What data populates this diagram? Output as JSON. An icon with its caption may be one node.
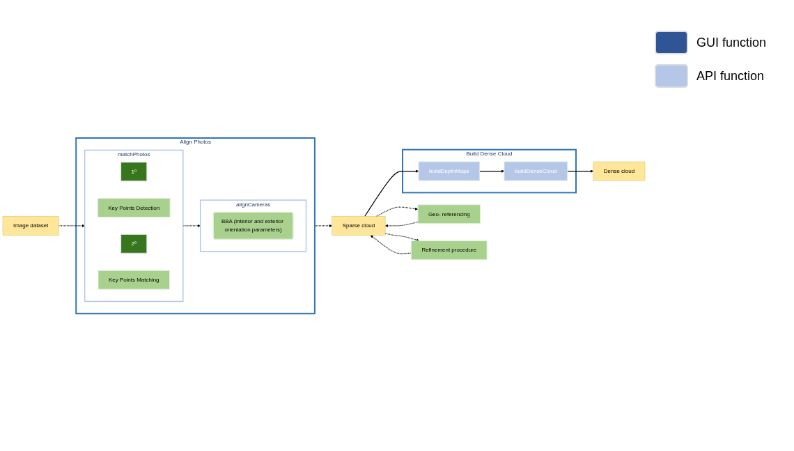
{
  "diagram": {
    "nodes": [
      {
        "text": [
          "Align Photos"
        ]
      },
      {
        "text": [
          "matchPhotos"
        ],
        "in": 0
      },
      {
        "text": [
          "1º"
        ],
        "in": 1
      },
      {
        "text": [
          "Key Points Detection"
        ],
        "in": 1
      },
      {
        "text": [
          "2º"
        ],
        "in": 1
      },
      {
        "text": [
          "Key Points Matching"
        ],
        "in": 1
      },
      {
        "text": [
          "alignCameras"
        ],
        "in": 0
      },
      {
        "text": [
          "BBA (interior and exterior orientation parameters)"
        ],
        "in": 6
      },
      {
        "text": [
          "Image dataset"
        ]
      },
      {
        "text": [
          "Sparse cloud"
        ]
      },
      {
        "text": [
          "Geo- referencing"
        ]
      },
      {
        "text": [
          "Refinement procedure"
        ]
      },
      {
        "text": [
          "Build Dense Cloud"
        ]
      },
      {
        "text": [
          "buildDepthMaps"
        ],
        "in": 12
      },
      {
        "text": [
          "buildDenseCloud"
        ],
        "in": 12
      },
      {
        "text": [
          "Dense cloud"
        ]
      }
    ],
    "edges": [
      {
        "from": 8,
        "to": 1,
        "arrow": "to",
        "style": "dashed"
      },
      {
        "from": 1,
        "to": 6,
        "arrow": "to",
        "style": "dashed"
      },
      {
        "from": 0,
        "to": 9,
        "arrow": "to",
        "style": "dashed"
      },
      {
        "from": 9,
        "to": 10,
        "arrow": "to",
        "style": "dashed"
      },
      {
        "from": 10,
        "to": 9,
        "arrow": "to",
        "style": "dashed"
      },
      {
        "from": 9,
        "to": 11,
        "arrow": "to",
        "style": "dashed"
      },
      {
        "from": 11,
        "to": 9,
        "arrow": "to",
        "style": "dashed"
      },
      {
        "from": 9,
        "to": 13,
        "arrow": "to"
      },
      {
        "from": 13,
        "to": 14,
        "arrow": "to"
      },
      {
        "from": 14,
        "to": 15,
        "arrow": "to"
      }
    ],
    "legend": [
      {
        "text": "GUI function",
        "color": "#2f5597"
      },
      {
        "text": "API function",
        "color": "#b4c7e7"
      }
    ]
  }
}
